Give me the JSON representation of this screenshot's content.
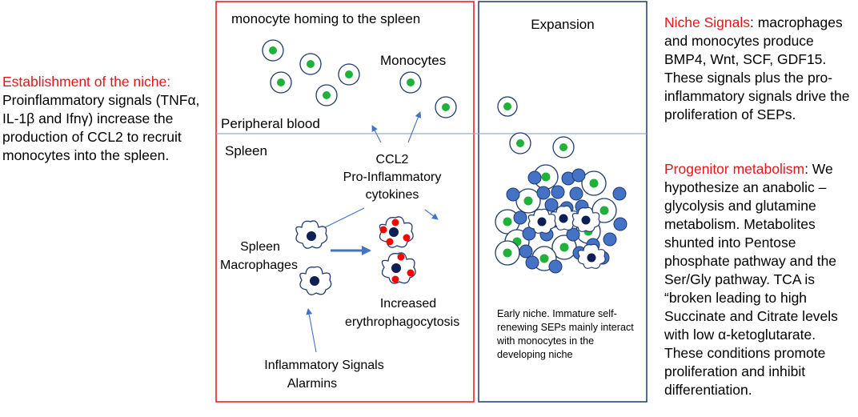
{
  "colors": {
    "red_box": "#e8141a",
    "blue_box": "#1f3a6e",
    "highlight_red": "#e8141a",
    "monocyte_fill": "#1fb13a",
    "cell_outline": "#1f3a6e",
    "progenitor_fill": "#4472c4",
    "nucleus_dark": "#0d1f55",
    "rbc_red": "#ff0000",
    "arrow_blue": "#4472c4",
    "divider": "#8fb0d8"
  },
  "left_panel": {
    "heading": "Establishment of the niche:",
    "body": "Proinflammatory signals (TNFα, IL-1β and Ifnγ) increase the production of CCL2 to recruit monocytes into the spleen."
  },
  "center_panel": {
    "title": "monocyte homing to the spleen",
    "monocytes_label": "Monocytes",
    "peripheral_blood_label": "Peripheral blood",
    "spleen_label": "Spleen",
    "ccl2_label": "CCL2",
    "pro_inflammatory_label": "Pro-Inflammatory",
    "cytokines_label": "cytokines",
    "spleen_macrophages_label_1": "Spleen",
    "spleen_macrophages_label_2": "Macrophages",
    "increased_label": "Increased",
    "erythrophagocytosis_label": "erythrophagocytosis",
    "inflammatory_signals_label": "Inflammatory Signals",
    "alarmins_label": "Alarmins"
  },
  "expansion_panel": {
    "title": "Expansion",
    "note": "Early niche. Immature self-renewing SEPs mainly interact with monocytes in the developing niche"
  },
  "right_panel": {
    "niche_heading": "Niche Signals",
    "niche_body": ": macrophages and monocytes produce BMP4, Wnt, SCF, GDF15. These signals plus the pro-inflammatory signals drive the proliferation of SEPs.",
    "metabolism_heading": "Progenitor metabolism",
    "metabolism_body": ": We hypothesize an anabolic – glycolysis and glutamine metabolism. Metabolites shunted into Pentose phosphate pathway and the Ser/Gly pathway. TCA is “broken leading to high Succinate and Citrate levels with low α-ketoglutarate. These conditions promote proliferation and inhibit differentiation."
  }
}
